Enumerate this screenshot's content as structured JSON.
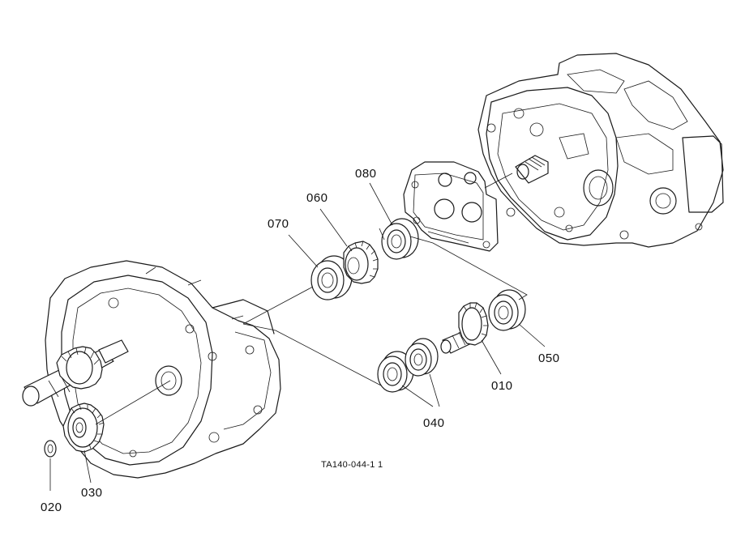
{
  "parts": [
    {
      "id": "part-010",
      "label": "010"
    },
    {
      "id": "part-020",
      "label": "020"
    },
    {
      "id": "part-030",
      "label": "030"
    },
    {
      "id": "part-040",
      "label": "040"
    },
    {
      "id": "part-050",
      "label": "050"
    },
    {
      "id": "part-060",
      "label": "060"
    },
    {
      "id": "part-070",
      "label": "070"
    },
    {
      "id": "part-080",
      "label": "080"
    }
  ],
  "drawing_code": "TA140-044-1 1",
  "colors": {
    "ink": "#1a1a1a",
    "background": "#ffffff"
  }
}
